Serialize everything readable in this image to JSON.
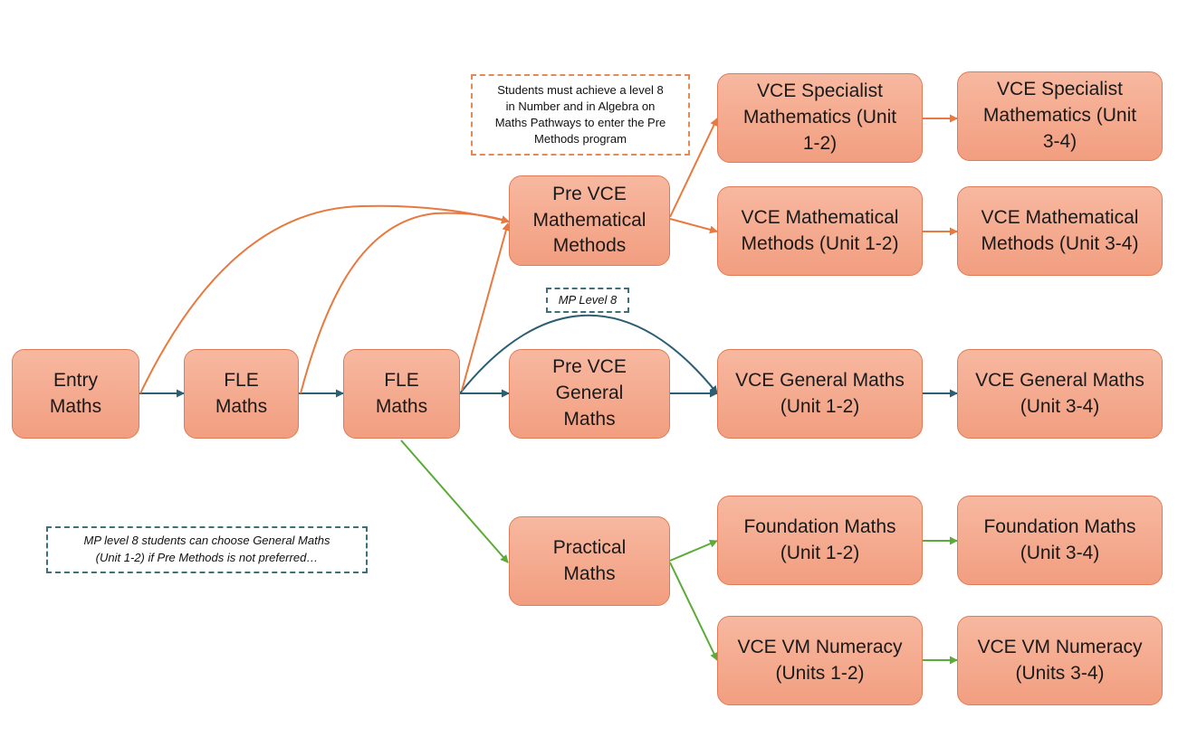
{
  "nodes": {
    "entry_maths": "Entry\nMaths",
    "fle_maths_1": "FLE\nMaths",
    "fle_maths_2": "FLE\nMaths",
    "pre_vce_math_methods": "Pre VCE\nMathematical\nMethods",
    "pre_vce_general_maths": "Pre VCE\nGeneral\nMaths",
    "practical_maths": "Practical\nMaths",
    "vce_specialist_12": "VCE Specialist\nMathematics (Unit\n1-2)",
    "vce_specialist_34": "VCE Specialist\nMathematics (Unit\n3-4)",
    "vce_methods_12": "VCE Mathematical\nMethods (Unit 1-2)",
    "vce_methods_34": "VCE Mathematical\nMethods (Unit 3-4)",
    "vce_general_12": "VCE General Maths\n(Unit 1-2)",
    "vce_general_34": "VCE General Maths\n(Unit 3-4)",
    "foundation_12": "Foundation Maths\n(Unit 1-2)",
    "foundation_34": "Foundation Maths\n(Unit 3-4)",
    "vm_numeracy_12": "VCE VM Numeracy\n(Units 1-2)",
    "vm_numeracy_34": "VCE VM Numeracy\n(Units 3-4)"
  },
  "notes": {
    "pre_methods_requirement": "Students must achieve a level 8\nin Number and in Algebra on\nMaths Pathways to enter the Pre\nMethods program",
    "mp_level_8": "MP Level 8",
    "general_maths_choice": "MP level 8 students can choose General Maths\n(Unit 1-2) if Pre Methods is not preferred…"
  },
  "colors": {
    "orange_path": "#e8793f",
    "teal_path": "#2c5f73",
    "green_path": "#5aab37",
    "node_fill": "#f4a98c",
    "node_border": "#e07b57"
  }
}
